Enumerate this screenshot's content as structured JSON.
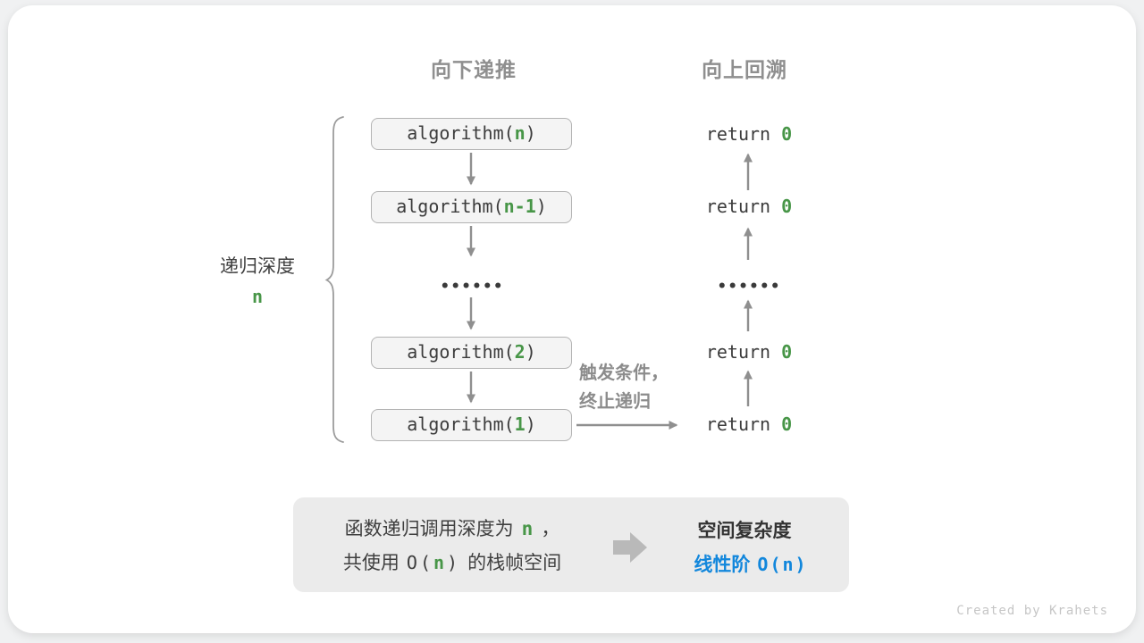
{
  "colors": {
    "outer-bg": "#f0f1f2",
    "green": "#489648",
    "blue": "#1287dc",
    "heading": "#8f8f8f",
    "dark": "#3f3f3f",
    "code": "#3c3c3c",
    "arrow": "#8f8f8f",
    "box-fill": "#f4f4f4",
    "box-border": "#b3b3b3",
    "summary-bg": "#ebebeb",
    "trigger": "#8c8c8c",
    "dots": "#3a3a3a",
    "brace": "#9c9c9c",
    "watermark": "#c6c6c6"
  },
  "headers": {
    "recurse": "向下递推",
    "backtrack": "向上回溯"
  },
  "depth": {
    "label": "递归深度",
    "value": "n"
  },
  "stack": {
    "ellipsis": "••••••",
    "items": [
      {
        "fn": "algorithm(",
        "arg": "n",
        "close": ")"
      },
      {
        "fn": "algorithm(",
        "arg": "n-1",
        "close": ")"
      },
      {
        "fn": "algorithm(",
        "arg": "2",
        "close": ")"
      },
      {
        "fn": "algorithm(",
        "arg": "1",
        "close": ")"
      }
    ]
  },
  "returns": {
    "ellipsis": "••••••",
    "items": [
      {
        "kw": "return ",
        "val": "0"
      },
      {
        "kw": "return ",
        "val": "0"
      },
      {
        "kw": "return ",
        "val": "0"
      },
      {
        "kw": "return ",
        "val": "0"
      }
    ]
  },
  "trigger": {
    "line1": "触发条件，",
    "line2": "终止递归"
  },
  "summary": {
    "line1": {
      "pre": "函数递归调用深度为",
      "var": "n",
      "post": "，"
    },
    "line2": {
      "pre": "共使用",
      "code_open": "O(",
      "var": "n",
      "code_close": ")",
      "post": "的栈帧空间"
    },
    "right_title": "空间复杂度",
    "right_result": {
      "pre": "线性阶",
      "code_open": "O(",
      "var": "n",
      "code_close": ")"
    }
  },
  "watermark": "Created by Krahets"
}
